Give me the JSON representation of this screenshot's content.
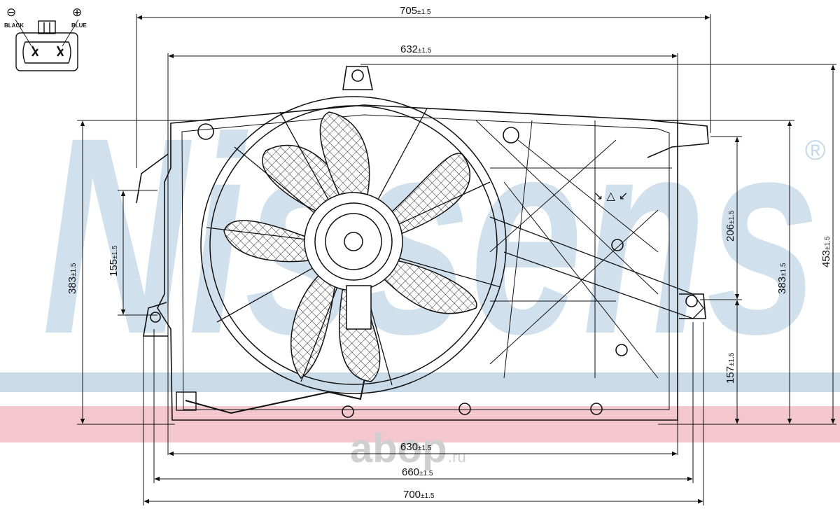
{
  "watermark": {
    "brand": "Nissens",
    "registered": "®",
    "site_logo": "abop",
    "site_suffix": ".ru",
    "band_blue": "#c9dbe9",
    "band_pink": "#f4c7cf",
    "text_color": "#c5d8e8",
    "logo_color": "#cfcfcf"
  },
  "connector": {
    "minus_symbol": "⊖",
    "plus_symbol": "⊕",
    "minus_label": "BLACK",
    "plus_label": "BLUE"
  },
  "dimensions": {
    "top_outer": {
      "value": "705",
      "tol": "±1.5"
    },
    "top_inner": {
      "value": "632",
      "tol": "±1.5"
    },
    "bottom_1": {
      "value": "630",
      "tol": "±1.5"
    },
    "bottom_2": {
      "value": "660",
      "tol": "±1.5"
    },
    "bottom_3": {
      "value": "700",
      "tol": "±1.5"
    },
    "left_outer": {
      "value": "383",
      "tol": "±1.5"
    },
    "left_inner": {
      "value": "155",
      "tol": "±1.5"
    },
    "right_upper": {
      "value": "206",
      "tol": "±1.5"
    },
    "right_lower": {
      "value": "157",
      "tol": "±1.5"
    },
    "right_mid": {
      "value": "383",
      "tol": "±1.5"
    },
    "right_outer": {
      "value": "453",
      "tol": "±1.5"
    }
  },
  "legend_marks": {
    "arrows": "↘ △ ↙"
  }
}
